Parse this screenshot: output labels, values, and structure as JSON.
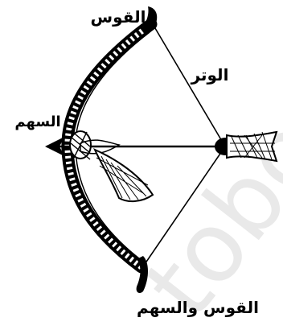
{
  "diagram": {
    "labels": {
      "bow": "القوس",
      "string": "الوتر",
      "arrow": "السهم",
      "caption": "القوس والسهم"
    },
    "watermark": "tobo",
    "colors": {
      "ink": "#000000",
      "background": "#ffffff",
      "watermark": "#e9e9e9"
    }
  }
}
